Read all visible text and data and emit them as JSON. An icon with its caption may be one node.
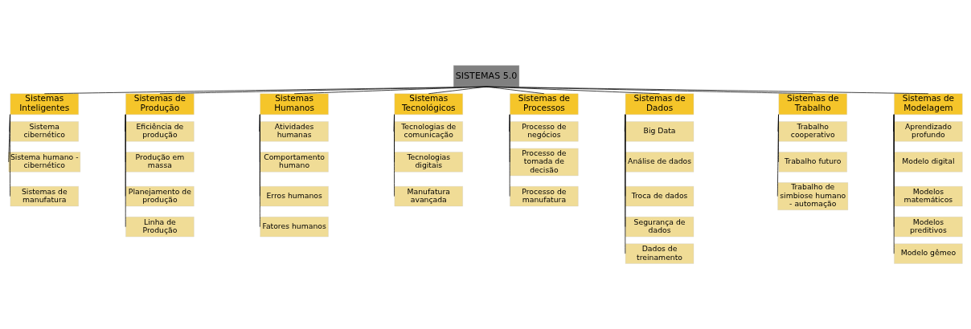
{
  "diagram": {
    "nodes": [
      {
        "text": [
          "SISTEMAS 5.0"
        ]
      },
      {
        "text": [
          "Sistemas Inteligentes"
        ]
      },
      {
        "text": [
          "Sistema cibernético"
        ]
      },
      {
        "text": [
          "Sistema humano - cibernético"
        ]
      },
      {
        "text": [
          "Sistemas de manufatura"
        ]
      },
      {
        "text": [
          "Sistemas de Produção"
        ]
      },
      {
        "text": [
          "Eficiência de produção"
        ]
      },
      {
        "text": [
          "Produção em massa"
        ]
      },
      {
        "text": [
          "Planejamento de produção"
        ]
      },
      {
        "text": [
          "Linha de Produção"
        ]
      },
      {
        "text": [
          "Sistemas Humanos"
        ]
      },
      {
        "text": [
          "Atividades humanas"
        ]
      },
      {
        "text": [
          "Comportamento humano"
        ]
      },
      {
        "text": [
          "Erros humanos"
        ]
      },
      {
        "text": [
          "Fatores humanos"
        ]
      },
      {
        "text": [
          "Sistemas Tecnológicos"
        ]
      },
      {
        "text": [
          "Tecnologias de comunicação"
        ]
      },
      {
        "text": [
          "Tecnologias digitais"
        ]
      },
      {
        "text": [
          "Manufatura avançada"
        ]
      },
      {
        "text": [
          "Sistemas de Processos"
        ]
      },
      {
        "text": [
          "Processo de negócios"
        ]
      },
      {
        "text": [
          "Processo de tomada de decisão"
        ]
      },
      {
        "text": [
          "Processo de manufatura"
        ]
      },
      {
        "text": [
          "Sistemas de Dados"
        ]
      },
      {
        "text": [
          "Big Data"
        ]
      },
      {
        "text": [
          "Análise de dados"
        ]
      },
      {
        "text": [
          "Troca de dados"
        ]
      },
      {
        "text": [
          "Segurança de dados"
        ]
      },
      {
        "text": [
          "Dados de treinamento"
        ]
      },
      {
        "text": [
          "Sistemas de Trabalho"
        ]
      },
      {
        "text": [
          "Trabalho cooperativo"
        ]
      },
      {
        "text": [
          "Trabalho futuro"
        ]
      },
      {
        "text": [
          "Trabalho de simbiose humano - automação"
        ]
      },
      {
        "text": [
          "Sistemas de Modelagem"
        ]
      },
      {
        "text": [
          "Aprendizado profundo"
        ]
      },
      {
        "text": [
          "Modelo digital"
        ]
      },
      {
        "text": [
          "Modelos matemáticos"
        ]
      },
      {
        "text": [
          "Modelos preditivos"
        ]
      },
      {
        "text": [
          "Modelo gêmeo"
        ]
      }
    ],
    "edges": [
      {
        "from": 0,
        "to": 1,
        "arrow": "none"
      },
      {
        "from": 0,
        "to": 5,
        "arrow": "none"
      },
      {
        "from": 0,
        "to": 10,
        "arrow": "none"
      },
      {
        "from": 0,
        "to": 15,
        "arrow": "none"
      },
      {
        "from": 0,
        "to": 19,
        "arrow": "none"
      },
      {
        "from": 0,
        "to": 23,
        "arrow": "none"
      },
      {
        "from": 0,
        "to": 29,
        "arrow": "none"
      },
      {
        "from": 0,
        "to": 33,
        "arrow": "none"
      },
      {
        "from": 1,
        "to": 2,
        "arrow": "none"
      },
      {
        "from": 1,
        "to": 3,
        "arrow": "none"
      },
      {
        "from": 1,
        "to": 4,
        "arrow": "none"
      },
      {
        "from": 5,
        "to": 6,
        "arrow": "none"
      },
      {
        "from": 5,
        "to": 7,
        "arrow": "none"
      },
      {
        "from": 5,
        "to": 8,
        "arrow": "none"
      },
      {
        "from": 5,
        "to": 9,
        "arrow": "none"
      },
      {
        "from": 10,
        "to": 11,
        "arrow": "none"
      },
      {
        "from": 10,
        "to": 12,
        "arrow": "none"
      },
      {
        "from": 10,
        "to": 13,
        "arrow": "none"
      },
      {
        "from": 10,
        "to": 14,
        "arrow": "none"
      },
      {
        "from": 15,
        "to": 16,
        "arrow": "none"
      },
      {
        "from": 15,
        "to": 17,
        "arrow": "none"
      },
      {
        "from": 15,
        "to": 18,
        "arrow": "none"
      },
      {
        "from": 19,
        "to": 20,
        "arrow": "none"
      },
      {
        "from": 19,
        "to": 21,
        "arrow": "none"
      },
      {
        "from": 19,
        "to": 22,
        "arrow": "none"
      },
      {
        "from": 23,
        "to": 24,
        "arrow": "none"
      },
      {
        "from": 23,
        "to": 25,
        "arrow": "none"
      },
      {
        "from": 23,
        "to": 26,
        "arrow": "none"
      },
      {
        "from": 23,
        "to": 27,
        "arrow": "none"
      },
      {
        "from": 23,
        "to": 28,
        "arrow": "none"
      },
      {
        "from": 29,
        "to": 30,
        "arrow": "none"
      },
      {
        "from": 29,
        "to": 31,
        "arrow": "none"
      },
      {
        "from": 29,
        "to": 32,
        "arrow": "none"
      },
      {
        "from": 33,
        "to": 34,
        "arrow": "none"
      },
      {
        "from": 33,
        "to": 35,
        "arrow": "none"
      },
      {
        "from": 33,
        "to": 36,
        "arrow": "none"
      },
      {
        "from": 33,
        "to": 37,
        "arrow": "none"
      },
      {
        "from": 33,
        "to": 38,
        "arrow": "none"
      }
    ]
  }
}
